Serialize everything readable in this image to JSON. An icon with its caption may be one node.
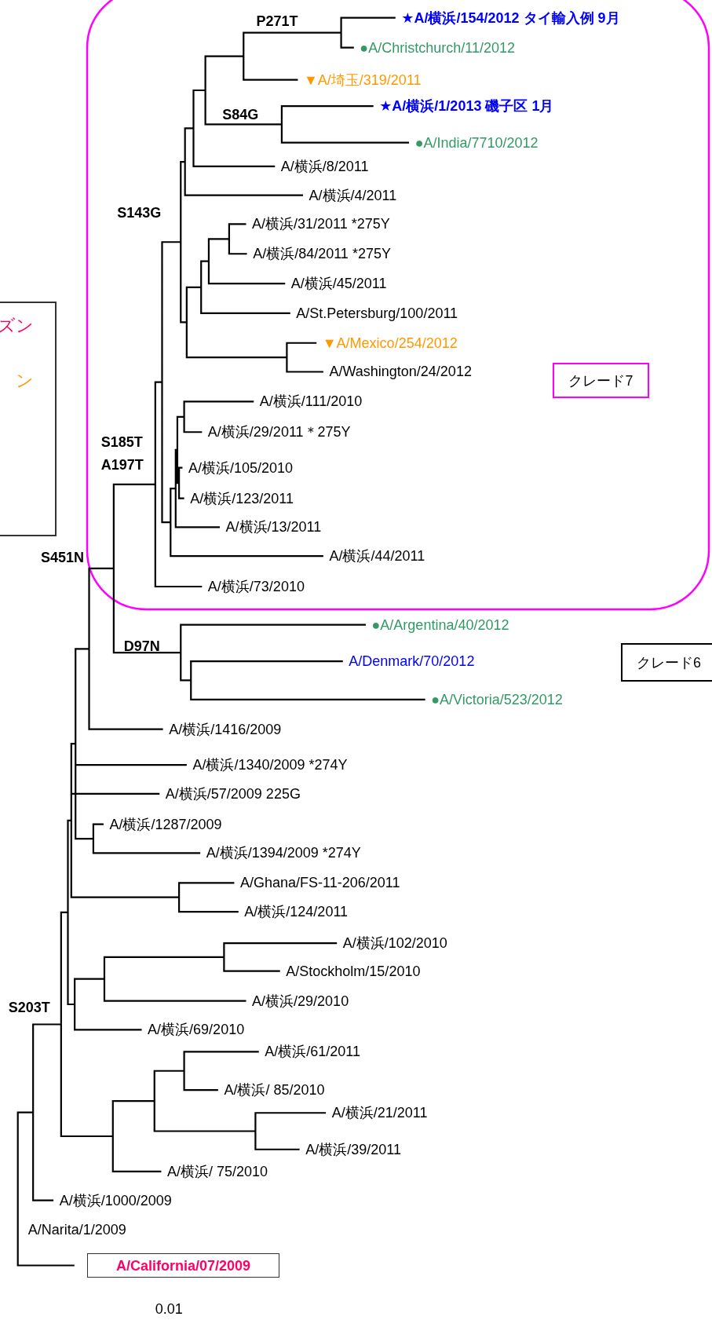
{
  "diagram": {
    "nodes": [
      {
        "text": [
          "ズン",
          "ン"
        ]
      },
      {
        "text": [
          "クレード7"
        ]
      },
      {
        "text": [
          "クレード6"
        ]
      },
      {
        "text": [
          "A/California/07/2009"
        ]
      }
    ],
    "labels": [
      "P271T",
      "★A/横浜/154/2012 タイ輸入例 9月",
      "●A/Christchurch/11/2012",
      "▼A/埼玉/319/2011",
      "★A/横浜/1/2013 磯子区 1月",
      "S84G",
      "●A/India/7710/2012",
      "A/横浜/8/2011",
      "A/横浜/4/2011",
      "S143G",
      "A/横浜/31/2011 *275Y",
      "A/横浜/84/2011 *275Y",
      "A/横浜/45/2011",
      "A/St.Petersburg/100/2011",
      "▼A/Mexico/254/2012",
      "A/Washington/24/2012",
      "A/横浜/111/2010",
      "A/横浜/29/2011＊275Y",
      "S185T",
      "A/横浜/105/2010",
      "A197T",
      "A/横浜/123/2011",
      "A/横浜/13/2011",
      "A/横浜/44/2011",
      "S451N",
      "A/横浜/73/2010",
      "●A/Argentina/40/2012",
      "D97N",
      "A/Denmark/70/2012",
      "●A/Victoria/523/2012",
      "A/横浜/1416/2009",
      "A/横浜/1340/2009 *274Y",
      "A/横浜/57/2009 225G",
      "A/横浜/1287/2009",
      "A/横浜/1394/2009 *274Y",
      "A/Ghana/FS-11-206/2011",
      "A/横浜/124/2011",
      "A/横浜/102/2010",
      "A/Stockholm/15/2010",
      "A/横浜/29/2010",
      "S203T",
      "A/横浜/69/2010",
      "A/横浜/61/2011",
      "A/横浜/ 85/2010",
      "A/横浜/21/2011",
      "A/横浜/39/2011",
      "A/横浜/ 75/2010",
      "A/横浜/1000/2009",
      "A/Narita/1/2009",
      "0.01"
    ]
  }
}
